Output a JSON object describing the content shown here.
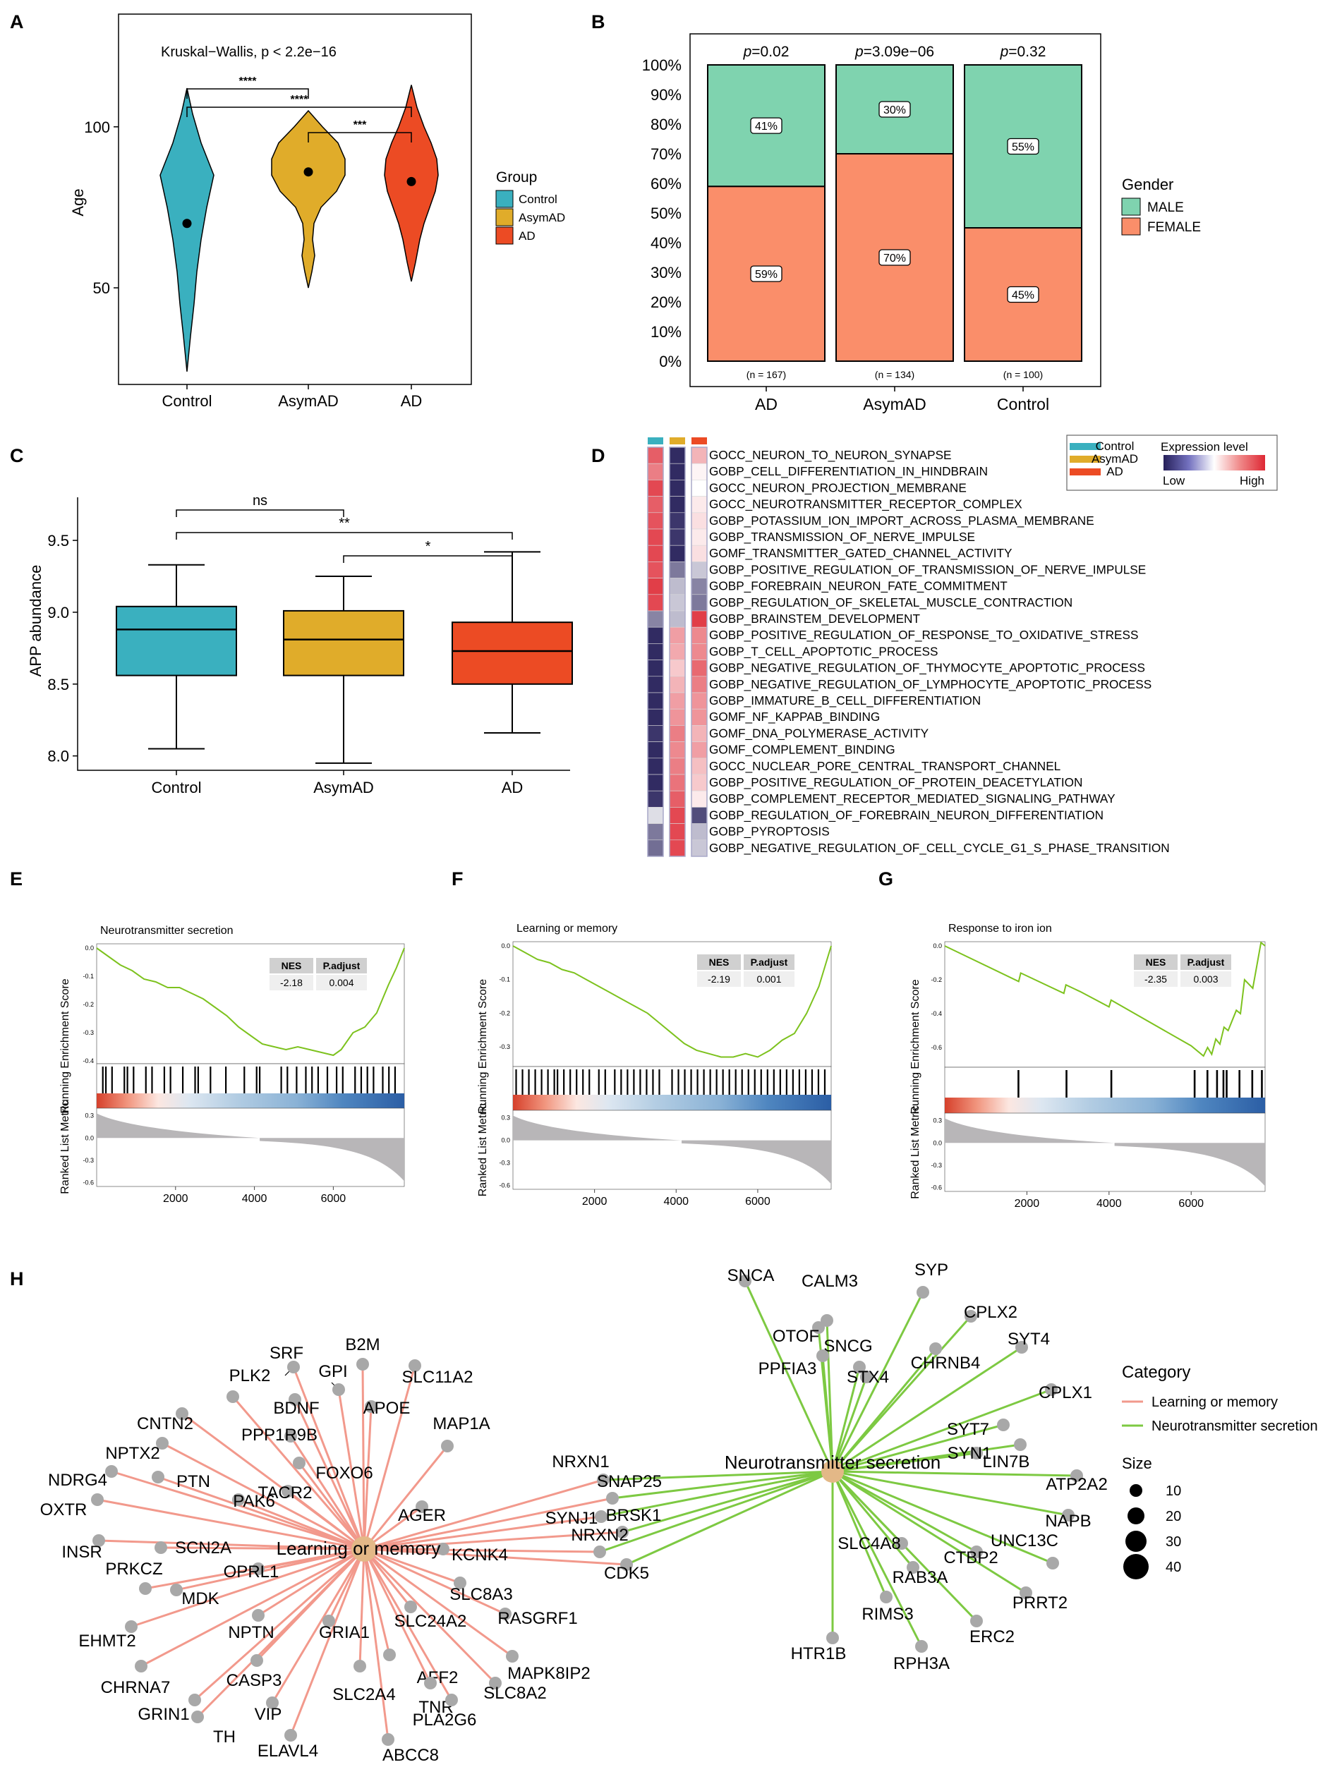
{
  "panel_letters": [
    "A",
    "B",
    "C",
    "D",
    "E",
    "F",
    "G",
    "H"
  ],
  "chart_data": [
    {
      "id": "A",
      "type": "violin",
      "title": "Kruskal−Wallis, p < 2.2e−16",
      "xlabel": "",
      "ylabel": "Age",
      "categories": [
        "Control",
        "AsymAD",
        "AD"
      ],
      "means": [
        70,
        86,
        83
      ],
      "ranges": [
        [
          24,
          112
        ],
        [
          50,
          105
        ],
        [
          52,
          113
        ]
      ],
      "yticks": [
        50,
        100
      ],
      "ylim": [
        20,
        135
      ],
      "legend_title": "Group",
      "legend": [
        "Control",
        "AsymAD",
        "AD"
      ],
      "brackets": [
        {
          "from": 0,
          "to": 1,
          "label": "****"
        },
        {
          "from": 0,
          "to": 2,
          "label": "****"
        },
        {
          "from": 1,
          "to": 2,
          "label": "***"
        }
      ],
      "colors": {
        "Control": "#3ab0bf",
        "AsymAD": "#e0ac2a",
        "AD": "#ec4b24"
      }
    },
    {
      "id": "B",
      "type": "bar",
      "stacked": true,
      "categories": [
        "AD",
        "AsymAD",
        "Control"
      ],
      "pvalues": [
        "0.02",
        "3.09e−06",
        "0.32"
      ],
      "p_prefix": "p",
      "ns": [
        "(n = 167)",
        "(n = 134)",
        "(n = 100)"
      ],
      "series": [
        {
          "name": "FEMALE",
          "values": [
            59,
            70,
            45
          ]
        },
        {
          "name": "MALE",
          "values": [
            41,
            30,
            55
          ]
        }
      ],
      "yticks": [
        "0%",
        "10%",
        "20%",
        "30%",
        "40%",
        "50%",
        "60%",
        "70%",
        "80%",
        "90%",
        "100%"
      ],
      "ylim": [
        0,
        100
      ],
      "legend_title": "Gender",
      "colors": {
        "MALE": "#7fd3af",
        "FEMALE": "#fa8e6a"
      }
    },
    {
      "id": "C",
      "type": "box",
      "ylabel": "APP abundance",
      "categories": [
        "Control",
        "AsymAD",
        "AD"
      ],
      "boxes": [
        {
          "min": 8.05,
          "q1": 8.56,
          "median": 8.88,
          "q3": 9.04,
          "max": 9.33
        },
        {
          "min": 7.95,
          "q1": 8.56,
          "median": 8.81,
          "q3": 9.01,
          "max": 9.25
        },
        {
          "min": 8.16,
          "q1": 8.5,
          "median": 8.73,
          "q3": 8.93,
          "max": 9.42
        }
      ],
      "yticks": [
        "8.0",
        "8.5",
        "9.0",
        "9.5"
      ],
      "ylim": [
        7.9,
        9.8
      ],
      "brackets": [
        {
          "from": 0,
          "to": 1,
          "label": "ns"
        },
        {
          "from": 0,
          "to": 2,
          "label": "**"
        },
        {
          "from": 1,
          "to": 2,
          "label": "*"
        }
      ]
    },
    {
      "id": "D",
      "type": "heatmap",
      "columns": [
        "Control",
        "AsymAD",
        "AD"
      ],
      "legend_title": "Expression level",
      "legend_low": "Low",
      "legend_high": "High",
      "rows": [
        {
          "term": "GOCC_NEURON_TO_NEURON_SYNAPSE",
          "values": [
            0.75,
            -0.95,
            0.35
          ]
        },
        {
          "term": "GOBP_CELL_DIFFERENTIATION_IN_HINDBRAIN",
          "values": [
            0.6,
            -0.95,
            0.05
          ]
        },
        {
          "term": "GOCC_NEURON_PROJECTION_MEMBRANE",
          "values": [
            0.85,
            -0.95,
            0.0
          ]
        },
        {
          "term": "GOCC_NEUROTRANSMITTER_RECEPTOR_COMPLEX",
          "values": [
            0.75,
            -0.95,
            0.1
          ]
        },
        {
          "term": "GOBP_POTASSIUM_ION_IMPORT_ACROSS_PLASMA_MEMBRANE",
          "values": [
            0.8,
            -0.9,
            0.15
          ]
        },
        {
          "term": "GOBP_TRANSMISSION_OF_NERVE_IMPULSE",
          "values": [
            0.85,
            -0.9,
            0.1
          ]
        },
        {
          "term": "GOMF_TRANSMITTER_GATED_CHANNEL_ACTIVITY",
          "values": [
            0.85,
            -0.95,
            0.15
          ]
        },
        {
          "term": "GOBP_POSITIVE_REGULATION_OF_TRANSMISSION_OF_NERVE_IMPULSE",
          "values": [
            0.8,
            -0.6,
            -0.25
          ]
        },
        {
          "term": "GOBP_FOREBRAIN_NEURON_FATE_COMMITMENT",
          "values": [
            0.9,
            -0.3,
            -0.55
          ]
        },
        {
          "term": "GOBP_REGULATION_OF_SKELETAL_MUSCLE_CONTRACTION",
          "values": [
            0.85,
            -0.25,
            -0.6
          ]
        },
        {
          "term": "GOBP_BRAINSTEM_DEVELOPMENT",
          "values": [
            -0.55,
            -0.3,
            0.9
          ]
        },
        {
          "term": "GOBP_POSITIVE_REGULATION_OF_RESPONSE_TO_OXIDATIVE_STRESS",
          "values": [
            -0.95,
            0.45,
            0.55
          ]
        },
        {
          "term": "GOBP_T_CELL_APOPTOTIC_PROCESS",
          "values": [
            -0.95,
            0.4,
            0.55
          ]
        },
        {
          "term": "GOBP_NEGATIVE_REGULATION_OF_THYMOCYTE_APOPTOTIC_PROCESS",
          "values": [
            -0.95,
            0.25,
            0.7
          ]
        },
        {
          "term": "GOBP_NEGATIVE_REGULATION_OF_LYMPHOCYTE_APOPTOTIC_PROCESS",
          "values": [
            -0.95,
            0.35,
            0.6
          ]
        },
        {
          "term": "GOBP_IMMATURE_B_CELL_DIFFERENTIATION",
          "values": [
            -0.95,
            0.45,
            0.5
          ]
        },
        {
          "term": "GOMF_NF_KAPPAB_BINDING",
          "values": [
            -0.95,
            0.5,
            0.5
          ]
        },
        {
          "term": "GOMF_DNA_POLYMERASE_ACTIVITY",
          "values": [
            -0.9,
            0.6,
            0.35
          ]
        },
        {
          "term": "GOMF_COMPLEMENT_BINDING",
          "values": [
            -0.95,
            0.55,
            0.45
          ]
        },
        {
          "term": "GOCC_NUCLEAR_PORE_CENTRAL_TRANSPORT_CHANNEL",
          "values": [
            -0.95,
            0.6,
            0.3
          ]
        },
        {
          "term": "GOBP_POSITIVE_REGULATION_OF_PROTEIN_DEACETYLATION",
          "values": [
            -0.95,
            0.65,
            0.25
          ]
        },
        {
          "term": "GOBP_COMPLEMENT_RECEPTOR_MEDIATED_SIGNALING_PATHWAY",
          "values": [
            -0.9,
            0.75,
            0.1
          ]
        },
        {
          "term": "GOBP_REGULATION_OF_FOREBRAIN_NEURON_DIFFERENTIATION",
          "values": [
            -0.15,
            0.85,
            -0.8
          ]
        },
        {
          "term": "GOBP_PYROPTOSIS",
          "values": [
            -0.6,
            0.85,
            -0.3
          ]
        },
        {
          "term": "GOBP_NEGATIVE_REGULATION_OF_CELL_CYCLE_G1_S_PHASE_TRANSITION",
          "values": [
            -0.65,
            0.85,
            -0.25
          ]
        }
      ]
    },
    {
      "id": "E",
      "type": "line",
      "title": "Neurotransmitter secretion",
      "ylabel_top": "Running Enrichment Score",
      "ylabel_bottom": "Ranked List Metric",
      "nes": "-2.18",
      "padj": "0.004",
      "nes_label": "NES",
      "padj_label": "P.adjust",
      "yticks": [
        "0.0",
        "-0.1",
        "-0.2",
        "-0.3",
        "-0.4"
      ],
      "metric_yticks": [
        "0.3",
        "0.0",
        "-0.3",
        "-0.6"
      ],
      "xticks": [
        "2000",
        "4000",
        "6000"
      ],
      "xlim": [
        0,
        7800
      ],
      "ylim": [
        -0.4,
        0.0
      ],
      "x": [
        0,
        300,
        600,
        900,
        1200,
        1500,
        1800,
        2100,
        2400,
        2700,
        3000,
        3300,
        3600,
        3900,
        4200,
        4500,
        4800,
        5100,
        5400,
        5700,
        6000,
        6200,
        6500,
        6800,
        7100,
        7400,
        7600,
        7800
      ],
      "y": [
        0.0,
        -0.03,
        -0.06,
        -0.08,
        -0.11,
        -0.12,
        -0.14,
        -0.14,
        -0.16,
        -0.18,
        -0.21,
        -0.24,
        -0.28,
        -0.31,
        -0.34,
        -0.35,
        -0.36,
        -0.35,
        -0.36,
        -0.37,
        -0.38,
        -0.36,
        -0.3,
        -0.28,
        -0.23,
        -0.13,
        -0.07,
        0.0
      ],
      "hits": [
        0.02,
        0.03,
        0.05,
        0.09,
        0.1,
        0.12,
        0.16,
        0.18,
        0.22,
        0.24,
        0.28,
        0.32,
        0.33,
        0.37,
        0.42,
        0.48,
        0.52,
        0.53,
        0.6,
        0.62,
        0.65,
        0.68,
        0.7,
        0.72,
        0.75,
        0.78,
        0.8,
        0.84,
        0.86,
        0.88,
        0.9,
        0.93,
        0.95,
        0.97
      ]
    },
    {
      "id": "F",
      "type": "line",
      "title": "Learning or memory",
      "ylabel_top": "Running Enrichment Score",
      "ylabel_bottom": "Ranked List Metric",
      "nes": "-2.19",
      "padj": "0.001",
      "nes_label": "NES",
      "padj_label": "P.adjust",
      "yticks": [
        "0.0",
        "-0.1",
        "-0.2",
        "-0.3"
      ],
      "metric_yticks": [
        "0.3",
        "0.0",
        "-0.3",
        "-0.6"
      ],
      "xticks": [
        "2000",
        "4000",
        "6000"
      ],
      "xlim": [
        0,
        7800
      ],
      "ylim": [
        -0.35,
        0.0
      ],
      "x": [
        0,
        300,
        600,
        900,
        1200,
        1500,
        1800,
        2100,
        2400,
        2700,
        3000,
        3300,
        3600,
        3900,
        4200,
        4500,
        4800,
        5100,
        5400,
        5700,
        6000,
        6300,
        6600,
        6900,
        7200,
        7500,
        7800
      ],
      "y": [
        0.0,
        -0.02,
        -0.04,
        -0.05,
        -0.07,
        -0.08,
        -0.1,
        -0.12,
        -0.14,
        -0.16,
        -0.18,
        -0.2,
        -0.23,
        -0.26,
        -0.29,
        -0.31,
        -0.32,
        -0.33,
        -0.33,
        -0.32,
        -0.33,
        -0.31,
        -0.28,
        -0.26,
        -0.2,
        -0.12,
        0.0
      ],
      "hits": [
        0.01,
        0.03,
        0.05,
        0.07,
        0.09,
        0.11,
        0.13,
        0.14,
        0.16,
        0.18,
        0.2,
        0.22,
        0.24,
        0.27,
        0.29,
        0.32,
        0.34,
        0.36,
        0.38,
        0.4,
        0.42,
        0.44,
        0.46,
        0.5,
        0.52,
        0.54,
        0.56,
        0.58,
        0.6,
        0.62,
        0.64,
        0.66,
        0.68,
        0.7,
        0.72,
        0.74,
        0.76,
        0.78,
        0.8,
        0.82,
        0.84,
        0.86,
        0.88,
        0.9,
        0.92,
        0.94,
        0.96,
        0.98
      ]
    },
    {
      "id": "G",
      "type": "line",
      "title": "Response to iron ion",
      "ylabel_top": "Running Enrichment Score",
      "ylabel_bottom": "Ranked List Metric",
      "nes": "-2.35",
      "padj": "0.003",
      "nes_label": "NES",
      "padj_label": "P.adjust",
      "yticks": [
        "0.0",
        "-0.2",
        "-0.4",
        "-0.6"
      ],
      "metric_yticks": [
        "0.3",
        "0.0",
        "-0.3",
        "-0.6"
      ],
      "xticks": [
        "2000",
        "4000",
        "6000"
      ],
      "xlim": [
        0,
        7800
      ],
      "ylim": [
        -0.7,
        0.0
      ],
      "x": [
        0,
        1800,
        1850,
        2900,
        2950,
        3300,
        4000,
        4050,
        6000,
        6300,
        6400,
        6500,
        6600,
        6700,
        6800,
        6900,
        7100,
        7200,
        7300,
        7500,
        7700,
        7800
      ],
      "y": [
        0.0,
        -0.21,
        -0.16,
        -0.28,
        -0.23,
        -0.27,
        -0.36,
        -0.32,
        -0.59,
        -0.65,
        -0.6,
        -0.64,
        -0.55,
        -0.58,
        -0.48,
        -0.5,
        -0.38,
        -0.4,
        -0.2,
        -0.25,
        0.02,
        0.0
      ],
      "hits": [
        0.23,
        0.38,
        0.52,
        0.78,
        0.82,
        0.85,
        0.87,
        0.88,
        0.92,
        0.96,
        0.99
      ]
    }
  ],
  "network": {
    "legend_title": "Category",
    "categories": [
      {
        "name": "Learning or memory",
        "color": "#f2998c"
      },
      {
        "name": "Neurotransmitter secretion",
        "color": "#7dc942"
      }
    ],
    "size_title": "Size",
    "sizes": [
      "10",
      "20",
      "30",
      "40"
    ],
    "hub_lm": "Learning or memory",
    "hub_ns": "Neurotransmitter secretion",
    "genes_lm": [
      "B2M",
      "SRF",
      "PLK2",
      "GPI",
      "SLC11A2",
      "BDNF",
      "APOE",
      "CNTN2",
      "MAP1A",
      "NPTX2",
      "PPP1R9B",
      "FOXO6",
      "NDRG4",
      "PTN",
      "TACR2",
      "OXTR",
      "PAK6",
      "AGER",
      "INSR",
      "SCN2A",
      "OPRL1",
      "KCNK4",
      "PRKCZ",
      "MDK",
      "SLC8A3",
      "EHMT2",
      "NPTN",
      "GRIA1",
      "SLC24A2",
      "RASGRF1",
      "CHRNA7",
      "CASP3",
      "AFF2",
      "MAPK8IP2",
      "GRIN1",
      "SLC2A4",
      "TNR",
      "SLC8A2",
      "TH",
      "VIP",
      "ELAVL4",
      "ABCC8",
      "PLA2G6"
    ],
    "genes_shared": [
      "NRXN1",
      "SNAP25",
      "SYNJ1",
      "BRSK1",
      "NRXN2",
      "CDK5"
    ],
    "genes_ns": [
      "SNCA",
      "CALM3",
      "SYP",
      "OTOF",
      "SNCG",
      "CPLX2",
      "PPFIA3",
      "CHRNB4",
      "SYT4",
      "STX4",
      "CPLX1",
      "SYT7",
      "LIN7B",
      "SYN1",
      "ATP2A2",
      "NAPB",
      "SLC4A8",
      "CTBP2",
      "RAB3A",
      "UNC13C",
      "PRRT2",
      "RIMS3",
      "ERC2",
      "HTR1B",
      "RPH3A"
    ]
  }
}
